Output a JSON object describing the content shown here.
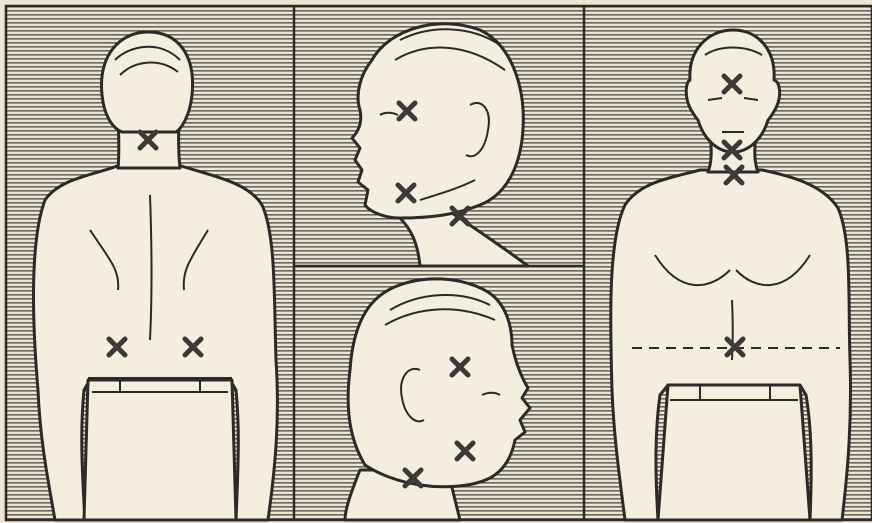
{
  "colors": {
    "paper": "#ede6d4",
    "skin": "#f3eedf",
    "ink": "#2b2a28",
    "stripe": "#4a4744",
    "marker": "#3b3a38"
  },
  "panels": [
    {
      "id": "back-view",
      "markers": 3
    },
    {
      "id": "left-profile-view",
      "markers": 3
    },
    {
      "id": "right-profile-view",
      "markers": 3
    },
    {
      "id": "front-view",
      "markers": 4
    }
  ],
  "marker_icon": "x-mark-icon"
}
